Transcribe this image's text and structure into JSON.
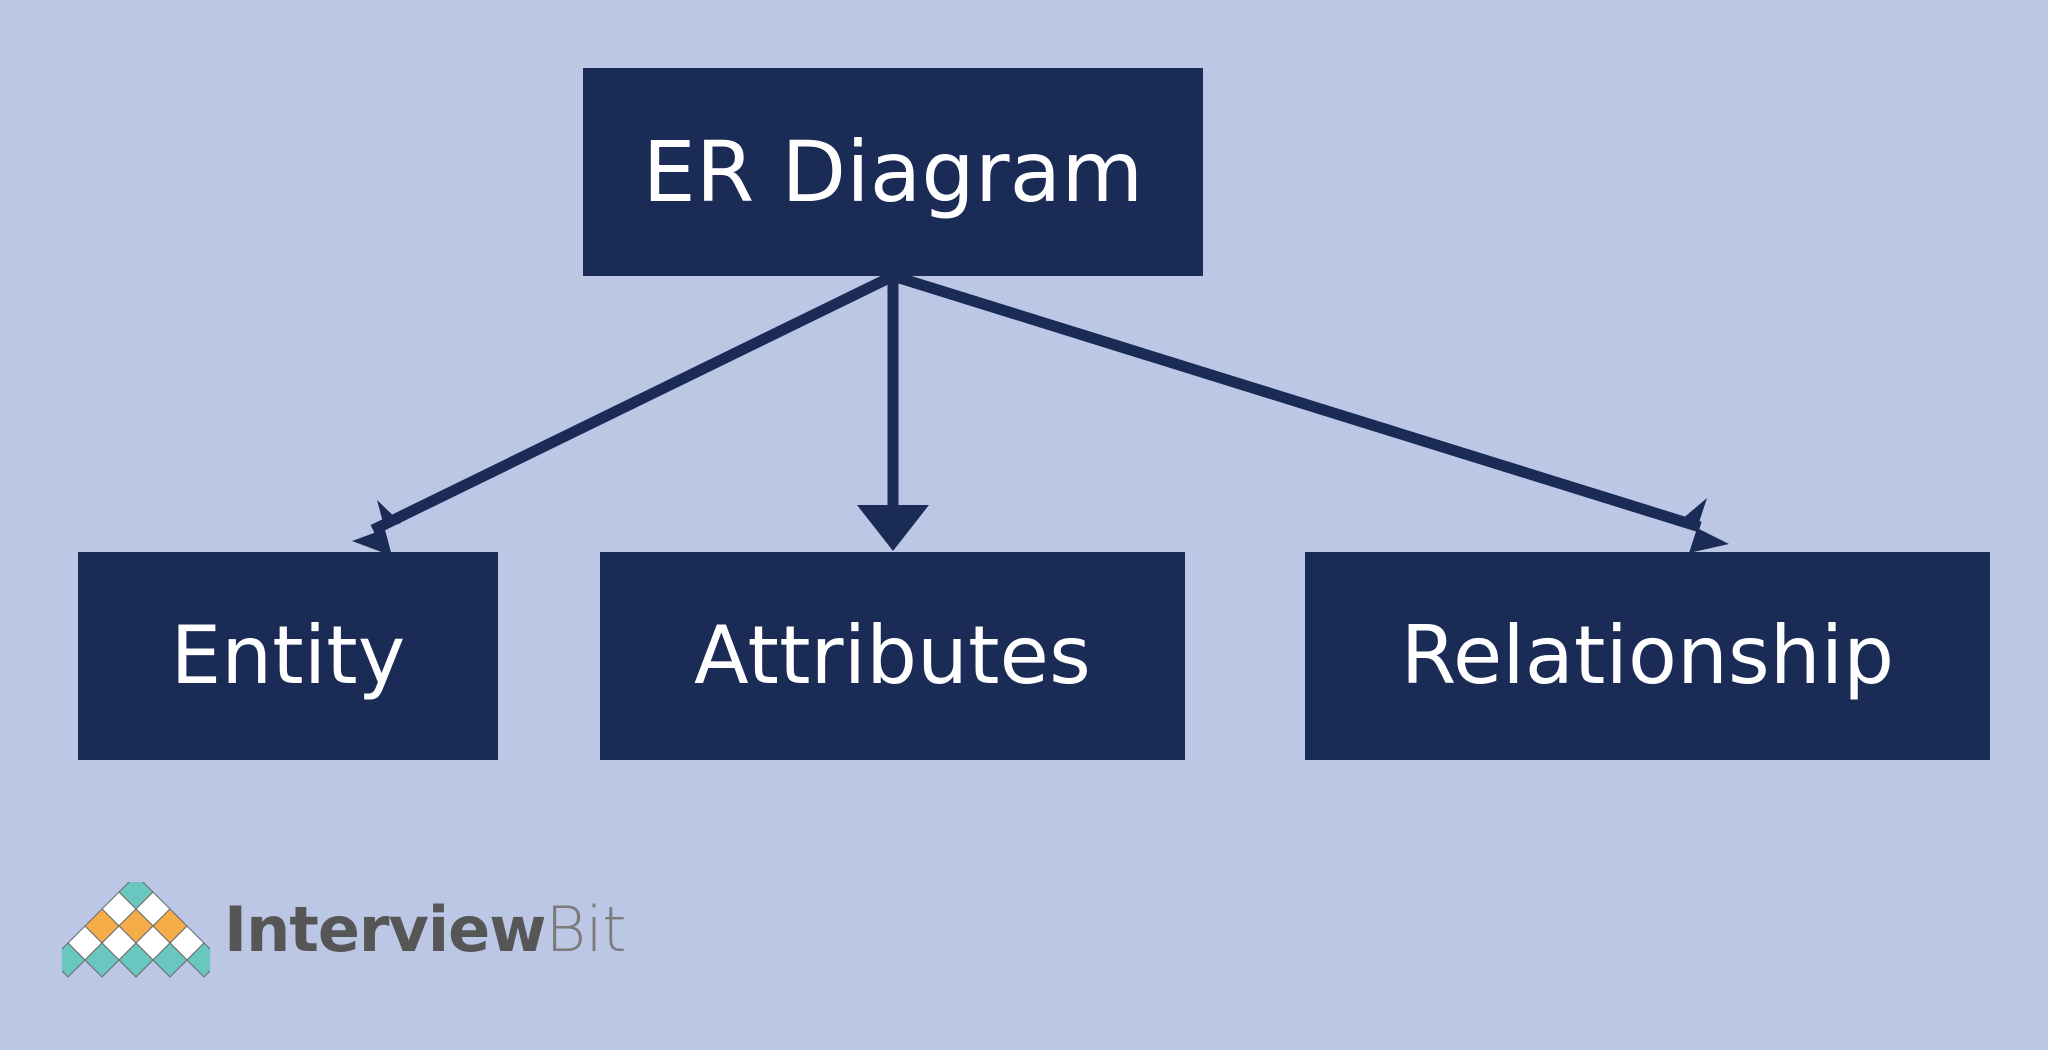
{
  "diagram": {
    "type": "hierarchy-tree",
    "title": "ER Diagram",
    "background_color": "#bcc7e6",
    "node_fill_color": "#1a2b56",
    "node_text_color": "#ffffff",
    "connector_color": "#1a2b56",
    "root": {
      "id": "er-diagram",
      "label": "ER Diagram"
    },
    "children": [
      {
        "id": "entity",
        "label": "Entity"
      },
      {
        "id": "attributes",
        "label": "Attributes"
      },
      {
        "id": "relationship",
        "label": "Relationship"
      }
    ],
    "edges": [
      {
        "from": "ER Diagram",
        "to": "Entity",
        "arrow": "single",
        "direction": "down-left"
      },
      {
        "from": "ER Diagram",
        "to": "Attributes",
        "arrow": "single",
        "direction": "down"
      },
      {
        "from": "ER Diagram",
        "to": "Relationship",
        "arrow": "single",
        "direction": "down-right"
      }
    ]
  },
  "brand": {
    "name_primary": "Interview",
    "name_secondary": "Bit",
    "mark_colors": {
      "teal": "#69c7c0",
      "orange": "#f5ad4a",
      "white": "#ffffff",
      "outline": "#6e6e6e"
    },
    "mark_rows": [
      {
        "color": "teal",
        "count": 1
      },
      {
        "color": "white",
        "count": 2
      },
      {
        "color": "orange",
        "count": 3
      },
      {
        "color": "white",
        "count": 4
      },
      {
        "color": "teal",
        "count": 5
      }
    ],
    "text_color_primary": "#565656",
    "text_color_secondary": "#7b7b7b"
  }
}
